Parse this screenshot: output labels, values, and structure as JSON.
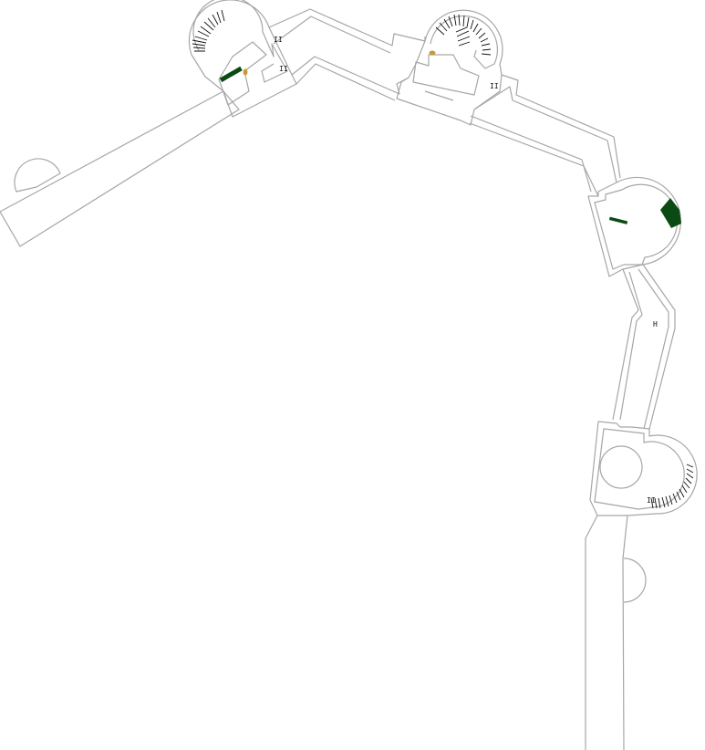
{
  "map": {
    "kind": "castle-wall-floor-plan",
    "colors": {
      "background": "#ffffff",
      "wall_outline": "#a6a6a6",
      "feature_dark_green": "#0b4a12",
      "feature_orange": "#c99a3a",
      "stair_lines": "#111111"
    },
    "markers": {
      "tower1_marker_a": "II",
      "tower1_marker_b": "II",
      "tower2_marker": "II",
      "tower4_marker_a": "H",
      "tower4_marker_b": "II"
    }
  }
}
